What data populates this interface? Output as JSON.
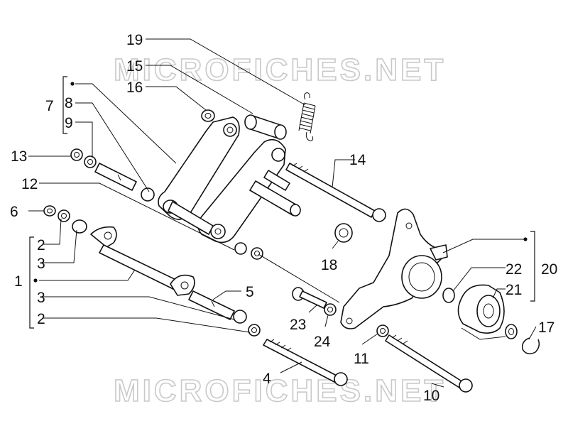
{
  "watermark": "MICROFICHES.NET",
  "labels": {
    "n1": "1",
    "n2a": "2",
    "n2b": "2",
    "n3a": "3",
    "n3b": "3",
    "n4": "4",
    "n5": "5",
    "n6": "6",
    "n7": "7",
    "n8": "8",
    "n9": "9",
    "n10": "10",
    "n11": "11",
    "n12": "12",
    "n13": "13",
    "n14": "14",
    "n15": "15",
    "n16": "16",
    "n17": "17",
    "n18": "18",
    "n19": "19",
    "n20": "20",
    "n21": "21",
    "n22": "22",
    "n23": "23",
    "n24": "24"
  }
}
